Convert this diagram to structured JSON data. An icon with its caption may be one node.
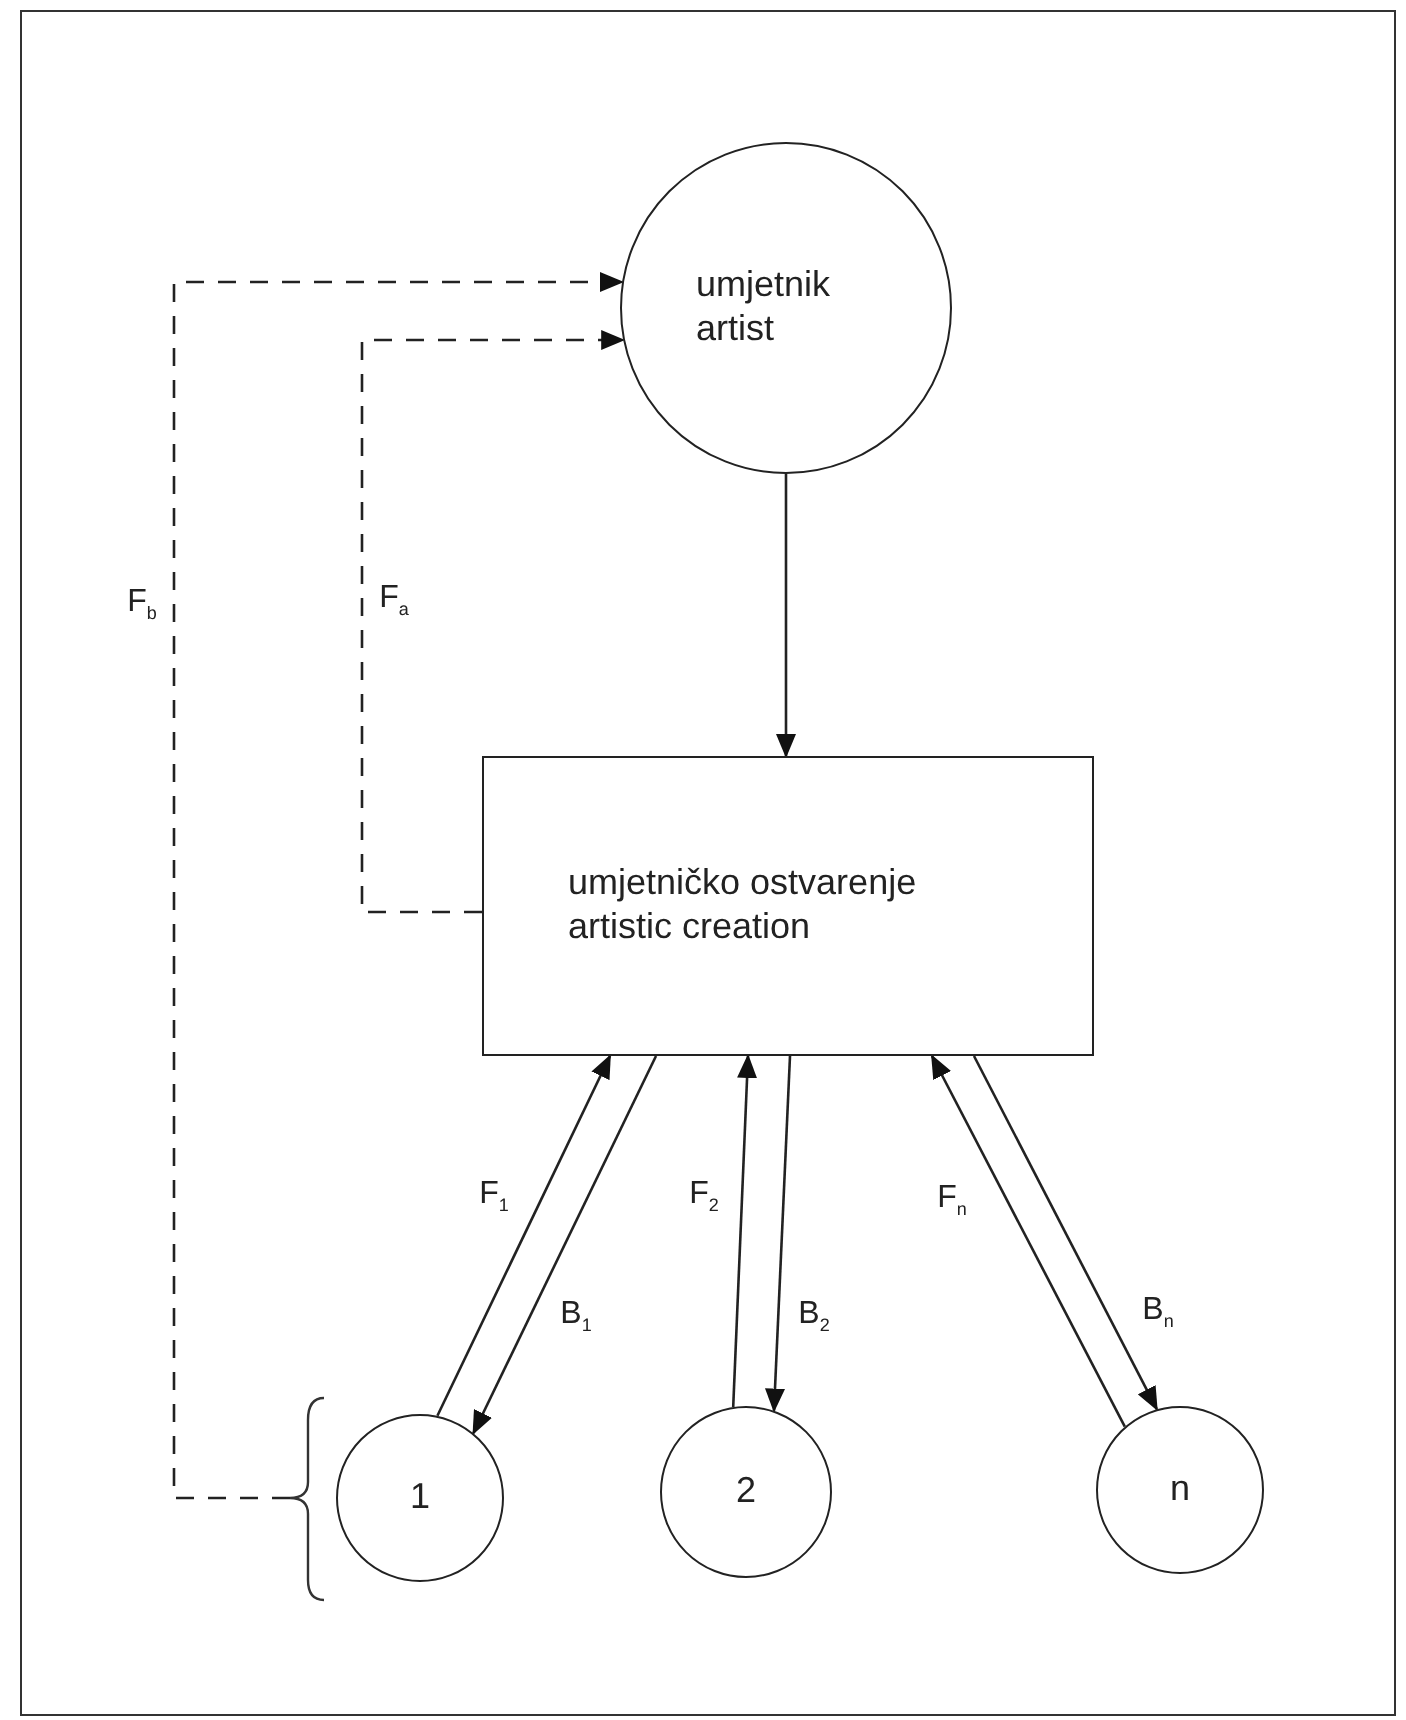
{
  "diagram": {
    "nodes": [
      {
        "text": [
          "umjetnik artist"
        ]
      },
      {
        "text": [
          "umjetničko ostvarenje artistic creation"
        ]
      },
      {
        "text": [
          "1"
        ]
      },
      {
        "text": [
          "2"
        ]
      },
      {
        "text": [
          "n"
        ]
      }
    ],
    "edges": [
      {
        "from": 0,
        "to": 1,
        "arrow": "to"
      },
      {
        "from": 1,
        "to": 0,
        "arrow": "to",
        "style": "dashed",
        "label": "F$_{a}$"
      },
      {
        "from": 2,
        "to": 0,
        "arrow": "to",
        "style": "dashed",
        "label": "F$_{b}$"
      },
      {
        "from": 2,
        "to": 1,
        "arrow": "to",
        "label": "F$_{1}$"
      },
      {
        "from": 1,
        "to": 2,
        "arrow": "to",
        "label": "B$_{1}$"
      },
      {
        "from": 3,
        "to": 1,
        "arrow": "to",
        "label": "F$_{2}$"
      },
      {
        "from": 1,
        "to": 3,
        "arrow": "to",
        "label": "B$_{2}$"
      },
      {
        "from": 4,
        "to": 1,
        "arrow": "to",
        "label": "F$_{n}$"
      },
      {
        "from": 1,
        "to": 4,
        "arrow": "to",
        "label": "B$_{n}$"
      }
    ]
  }
}
